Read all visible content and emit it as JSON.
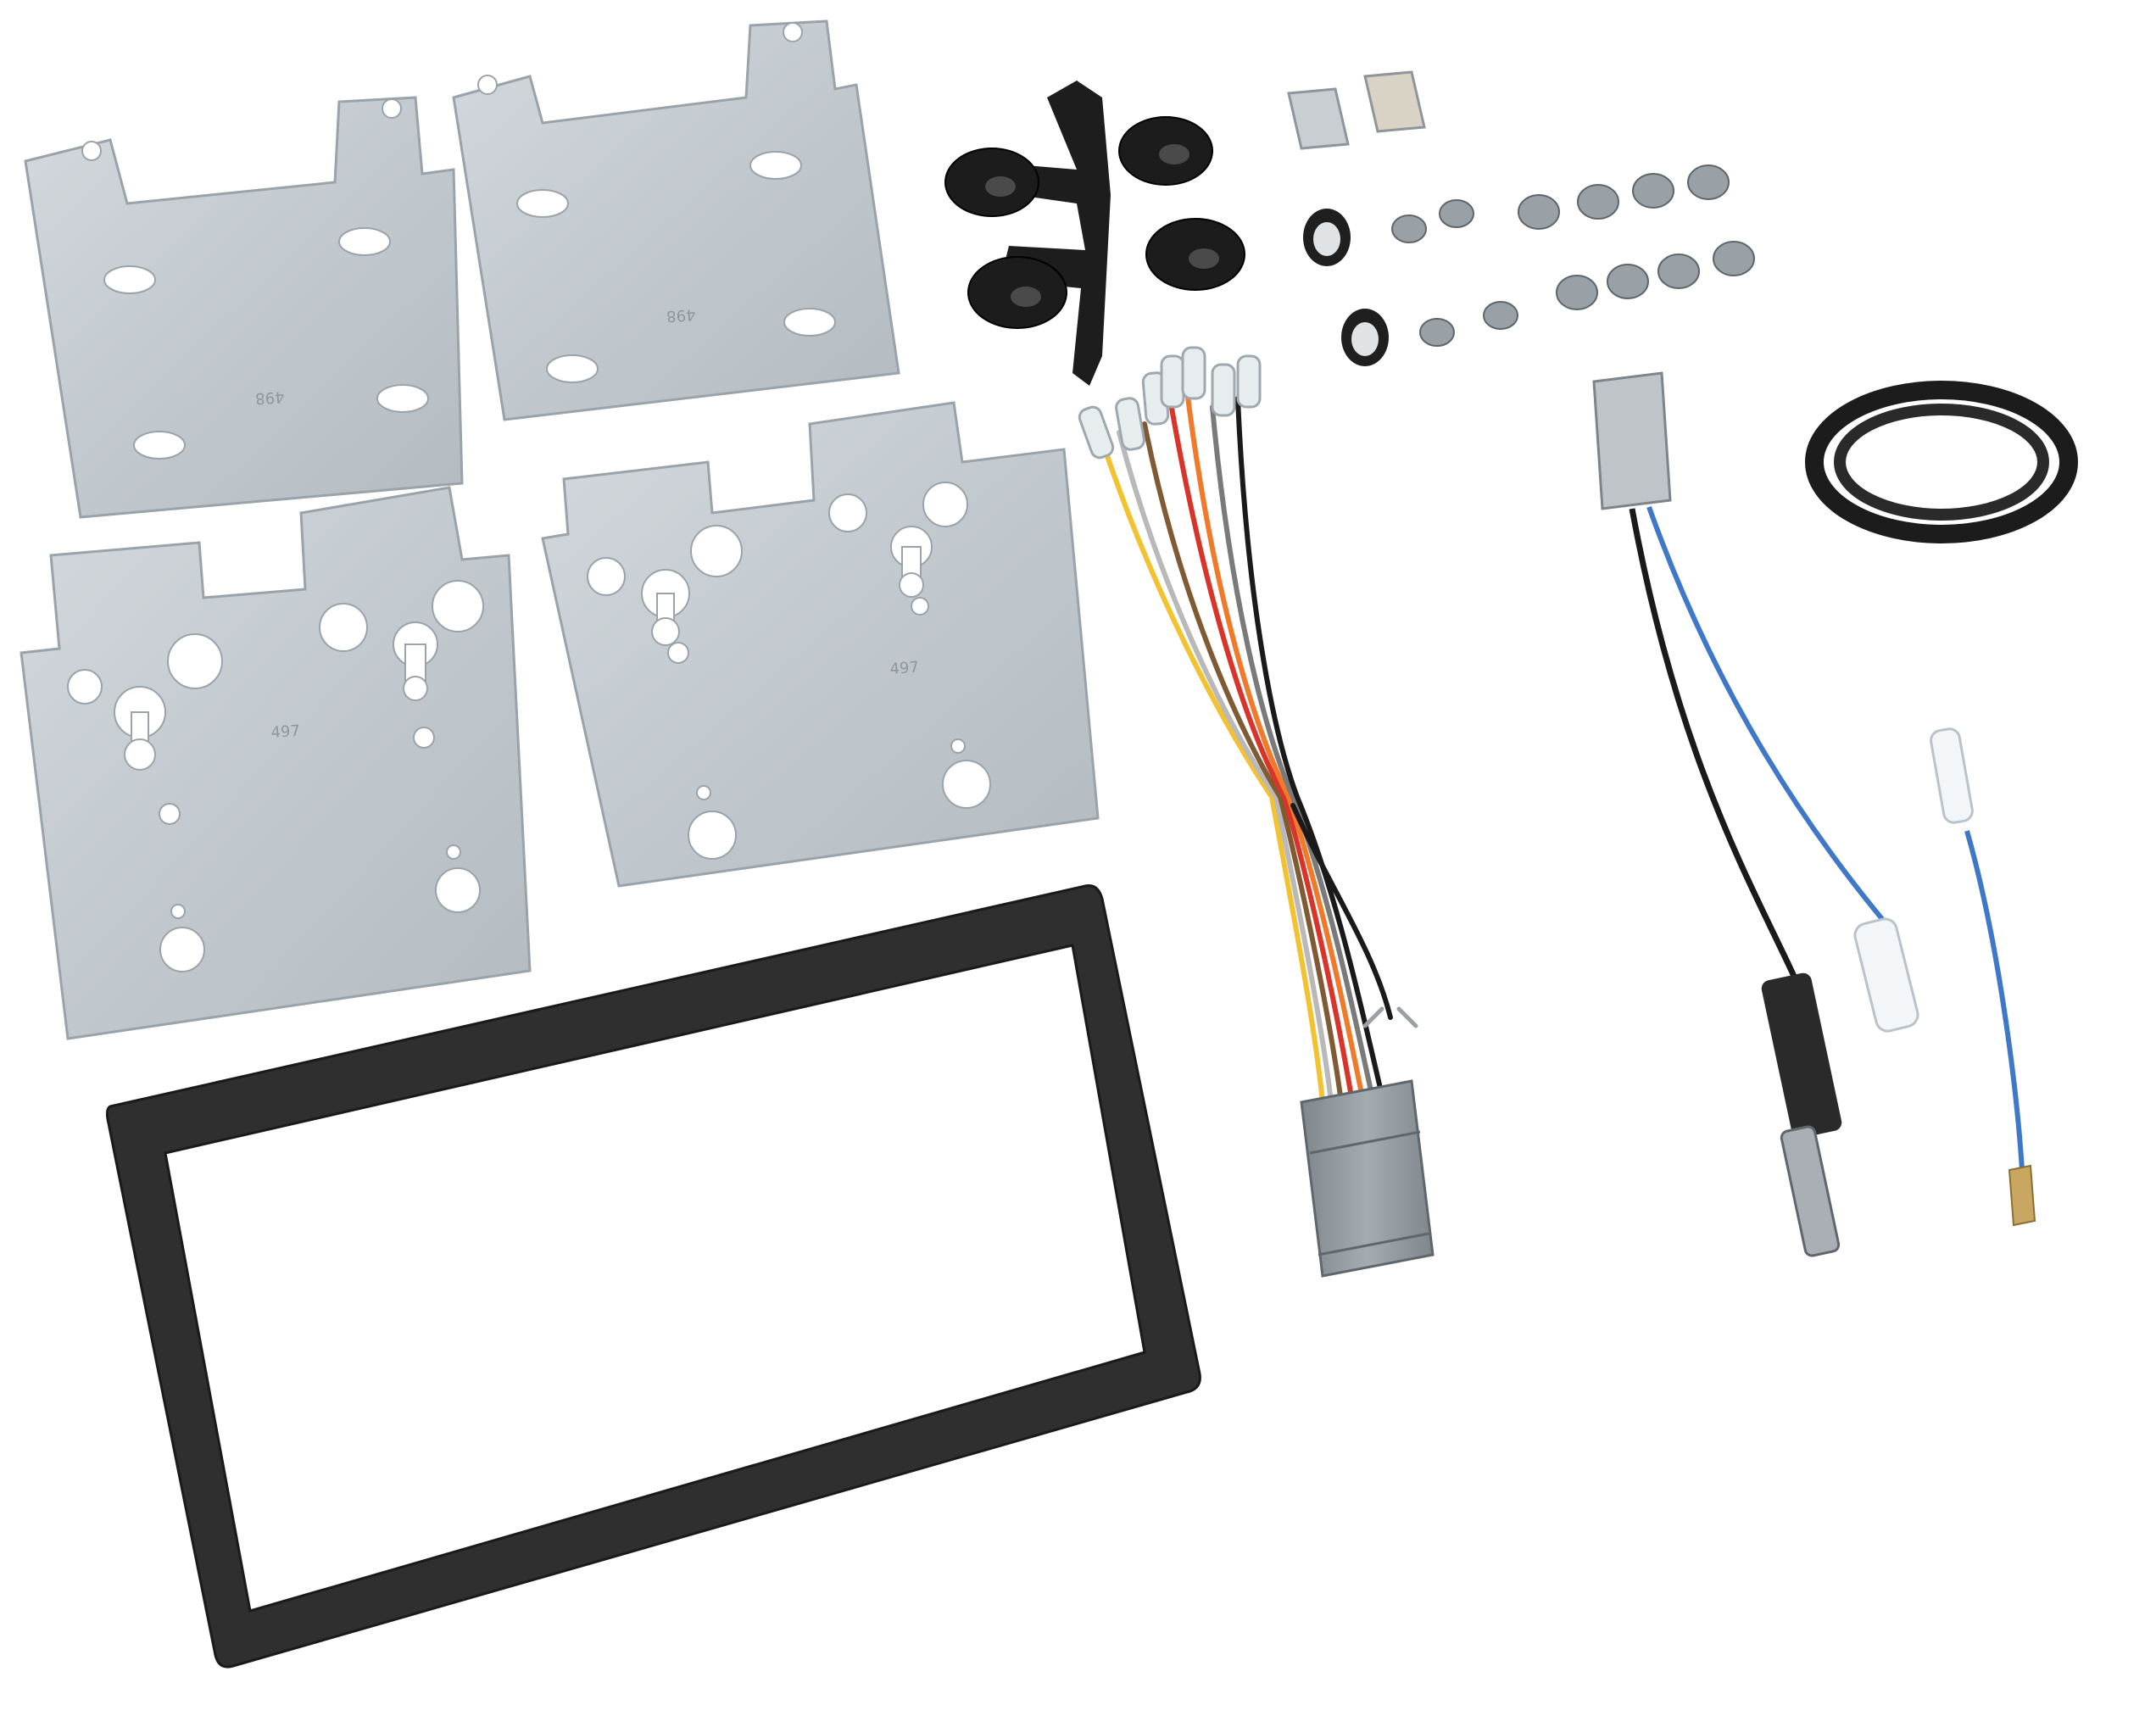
{
  "scene": {
    "background": "#ffffff",
    "bracket_color": "#c4cbd0",
    "bracket_edge": "#9aa3aa",
    "frame_color": "#2a2a2a",
    "connector_color": "#8e969c",
    "wire_colors": [
      "#1a1a1a",
      "#f2c230",
      "#d8342a",
      "#f07a2a",
      "#7a7a7a",
      "#b9b9b9",
      "#7f5a33",
      "#f4f0e0"
    ],
    "antenna_blue": "#3f78c8"
  },
  "labels": {
    "bracket_upper_left": "498",
    "bracket_upper_right": "498",
    "bracket_lower_left": "497",
    "bracket_lower_right": "497"
  }
}
